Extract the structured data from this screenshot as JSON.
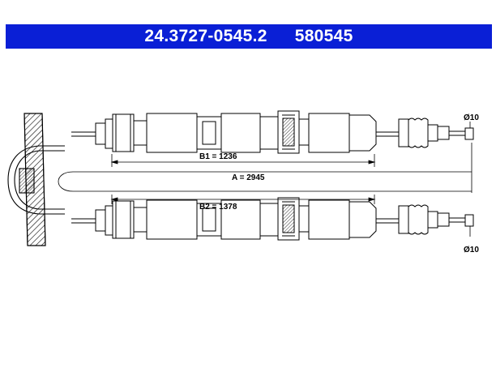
{
  "header": {
    "part_number": "24.3727-0545.2",
    "alt_number": "580545",
    "background_color": "#0a1fd6",
    "text_color": "#ffffff"
  },
  "dimensions": {
    "b1": "B1 = 1236",
    "a": "A = 2945",
    "b2": "B2 = 1378",
    "dia_top": "Ø10",
    "dia_bottom": "Ø10"
  }
}
